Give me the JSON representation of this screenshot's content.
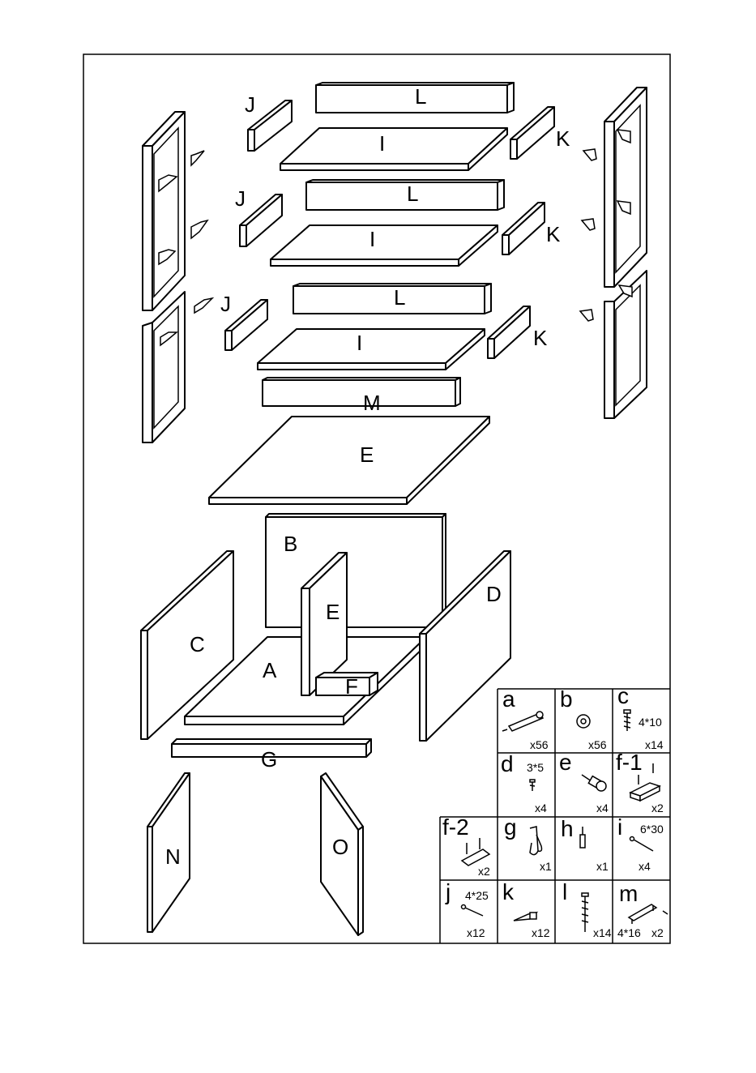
{
  "part_labels": {
    "L1": "L",
    "L2": "L",
    "L3": "L",
    "I1": "I",
    "I2": "I",
    "I3": "I",
    "J1": "J",
    "J2": "J",
    "J3": "J",
    "K1": "K",
    "K2": "K",
    "K3": "K",
    "M": "M",
    "E_top": "E",
    "B": "B",
    "E_mid": "E",
    "C": "C",
    "D": "D",
    "A": "A",
    "F": "F",
    "G": "G",
    "N": "N",
    "O": "O"
  },
  "hardware": [
    {
      "letter": "a",
      "size": "",
      "qty": "x56",
      "icon": "cam-bolt-icon"
    },
    {
      "letter": "b",
      "size": "",
      "qty": "x56",
      "icon": "cam-lock-icon"
    },
    {
      "letter": "c",
      "size": "4*10",
      "qty": "x14",
      "icon": "screw-icon"
    },
    {
      "letter": "d",
      "size": "3*5",
      "qty": "x4",
      "icon": "small-screw-icon"
    },
    {
      "letter": "e",
      "size": "",
      "qty": "x4",
      "icon": "knob-icon"
    },
    {
      "letter": "f-1",
      "size": "",
      "qty": "x2",
      "icon": "magnet-catch-icon"
    },
    {
      "letter": "f-2",
      "size": "",
      "qty": "x2",
      "icon": "strike-plate-icon"
    },
    {
      "letter": "g",
      "size": "",
      "qty": "x1",
      "icon": "hook-icon"
    },
    {
      "letter": "h",
      "size": "",
      "qty": "x1",
      "icon": "screwdriver-icon"
    },
    {
      "letter": "i",
      "size": "6*30",
      "qty": "x4",
      "icon": "long-screw-icon"
    },
    {
      "letter": "j",
      "size": "4*25",
      "qty": "x12",
      "icon": "screw-icon"
    },
    {
      "letter": "k",
      "size": "",
      "qty": "x12",
      "icon": "shelf-clip-icon"
    },
    {
      "letter": "l",
      "size": "",
      "qty": "x14",
      "icon": "wood-screw-icon"
    },
    {
      "letter": "m",
      "size": "4*16",
      "qty": "x2",
      "icon": "handle-icon"
    }
  ]
}
